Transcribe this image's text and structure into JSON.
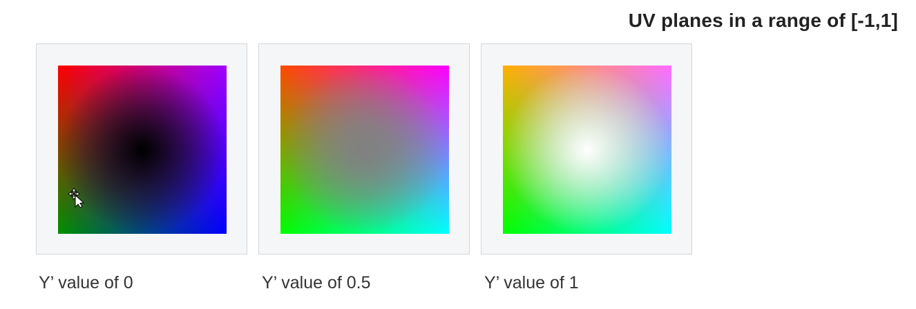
{
  "title": "UV planes in a range of [-1,1]",
  "panels": [
    {
      "caption": "Y’ value of 0",
      "corners": {
        "top_left": "#ff0000",
        "top_right": "#a000ff",
        "bottom_left": "#009000",
        "bottom_right": "#0000ff"
      },
      "center_color": "#000000"
    },
    {
      "caption": "Y’ value of 0.5",
      "corners": {
        "top_left": "#ff4a00",
        "top_right": "#ff00ff",
        "bottom_left": "#00ff00",
        "bottom_right": "#00ffff"
      },
      "center_color": "#808080"
    },
    {
      "caption": "Y’ value of 1",
      "corners": {
        "top_left": "#ffb000",
        "top_right": "#ff6cff",
        "bottom_left": "#00ff00",
        "bottom_right": "#00ffff"
      },
      "center_color": "#ffffff"
    }
  ],
  "cursor_icon": "move-cursor-icon"
}
